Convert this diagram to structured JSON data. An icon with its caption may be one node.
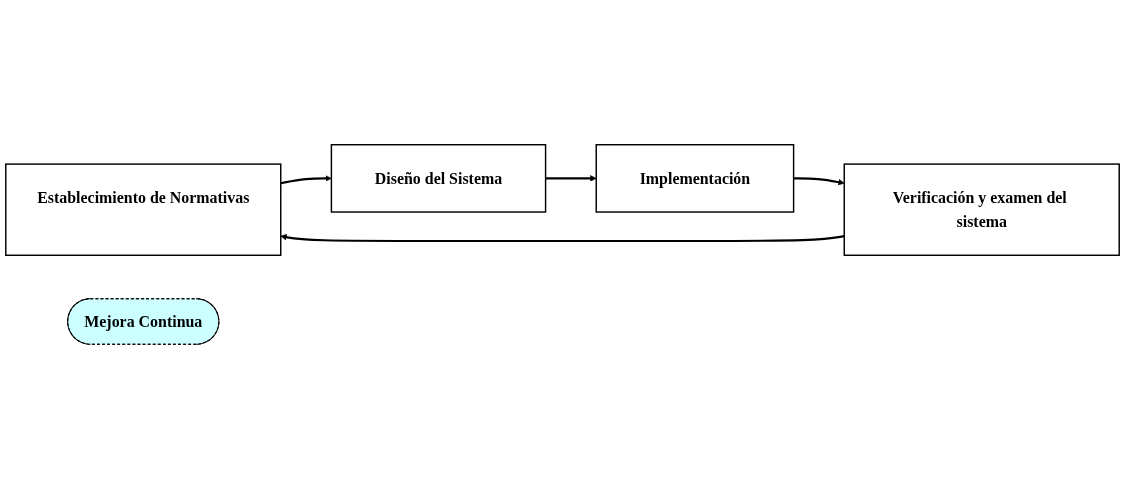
{
  "diagram": {
    "nodes": [
      {
        "text": [
          "Establecimiento de Normativas"
        ]
      },
      {
        "text": [
          "Diseño del Sistema"
        ]
      },
      {
        "text": [
          "Implementación"
        ]
      },
      {
        "text": [
          "Verificación y examen del sistema"
        ]
      },
      {
        "text": [
          "Mejora Continua"
        ]
      }
    ],
    "edges": [
      {
        "from": 0,
        "to": 1,
        "arrow": "to"
      },
      {
        "from": 1,
        "to": 2,
        "arrow": "to"
      },
      {
        "from": 2,
        "to": 3,
        "arrow": "to"
      },
      {
        "from": 3,
        "to": 0,
        "arrow": "to"
      }
    ]
  }
}
